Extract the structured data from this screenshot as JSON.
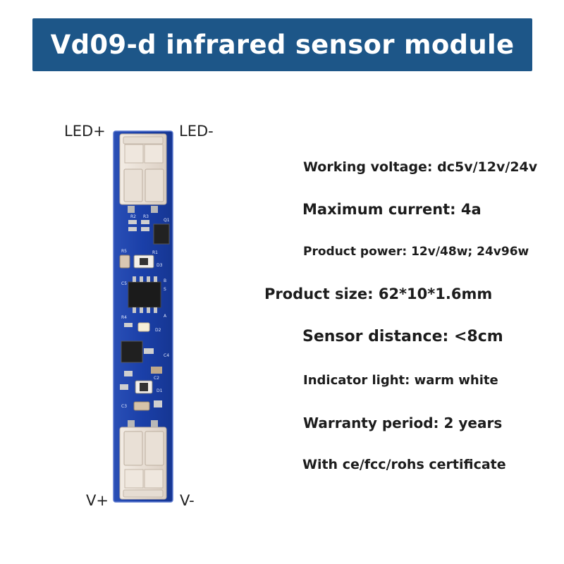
{
  "title": "Vd09-d infrared sensor module",
  "colors": {
    "banner": "#1d5688",
    "pcb": "#1a3fa8",
    "pcb_edge": "#4f6fc9",
    "connector": "#ece3da",
    "text": "#1c1c1c"
  },
  "pins": {
    "top_left": "LED+",
    "top_right": "LED-",
    "bottom_left": "V+",
    "bottom_right": "V-"
  },
  "specs": [
    "Working voltage: dc5v/12v/24v",
    "Maximum current: 4a",
    "Product power: 12v/48w; 24v96w",
    "Product size: 62*10*1.6mm",
    "Sensor distance: <8cm",
    "Indicator light: warm white",
    "Warranty period: 2 years",
    "With ce/fcc/rohs certificate"
  ],
  "pcb_silkscreen": [
    "R2",
    "R3",
    "Q1",
    "R5",
    "R1",
    "D3",
    "C5",
    "R4",
    "S",
    "A",
    "B",
    "D2",
    "D1",
    "C4",
    "C2",
    "C3"
  ],
  "icons": [
    "pcb-board-image"
  ]
}
